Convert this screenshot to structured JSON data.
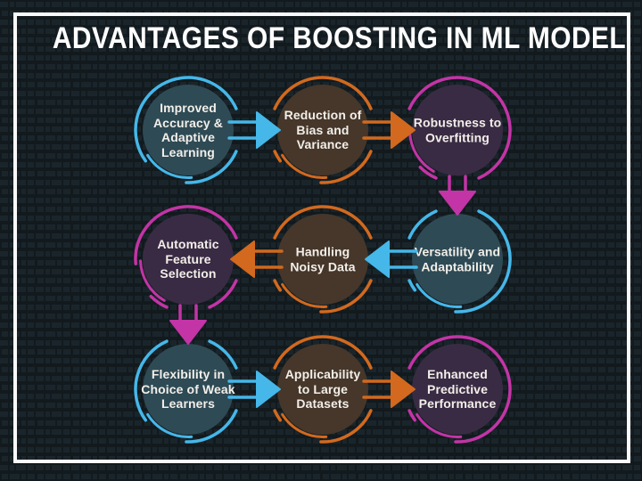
{
  "title": "ADVANTAGES OF BOOSTING IN ML MODEL",
  "colors": {
    "background": "#121A1E",
    "frame": "#FAFAFA",
    "title_text": "#FFFFFF",
    "node_text": "#F2EFE9",
    "schemes": {
      "blue": {
        "ring": "#45B7E9",
        "fill": "#2E4A55"
      },
      "orange": {
        "ring": "#D2691E",
        "fill": "#46372A"
      },
      "magenta": {
        "ring": "#C334A6",
        "fill": "#3A2B44"
      }
    }
  },
  "nodes": [
    {
      "label": "Improved Accuracy & Adaptive Learning",
      "scheme": "blue"
    },
    {
      "label": "Reduction of Bias and Variance",
      "scheme": "orange"
    },
    {
      "label": "Robustness to Overfitting",
      "scheme": "magenta"
    },
    {
      "label": "Automatic Feature Selection",
      "scheme": "magenta"
    },
    {
      "label": "Handling Noisy Data",
      "scheme": "orange"
    },
    {
      "label": "Versatility and Adaptability",
      "scheme": "blue"
    },
    {
      "label": "Flexibility in Choice of Weak Learners",
      "scheme": "blue"
    },
    {
      "label": "Applicability to Large Datasets",
      "scheme": "orange"
    },
    {
      "label": "Enhanced Predictive Performance",
      "scheme": "magenta"
    }
  ],
  "arrows": [
    {
      "from": "Improved Accuracy & Adaptive Learning",
      "to": "Reduction of Bias and Variance",
      "direction": "right",
      "color": "blue"
    },
    {
      "from": "Reduction of Bias and Variance",
      "to": "Robustness to Overfitting",
      "direction": "right",
      "color": "orange"
    },
    {
      "from": "Robustness to Overfitting",
      "to": "Versatility and Adaptability",
      "direction": "down",
      "color": "magenta"
    },
    {
      "from": "Versatility and Adaptability",
      "to": "Handling Noisy Data",
      "direction": "left",
      "color": "blue"
    },
    {
      "from": "Handling Noisy Data",
      "to": "Automatic Feature Selection",
      "direction": "left",
      "color": "orange"
    },
    {
      "from": "Automatic Feature Selection",
      "to": "Flexibility in Choice of Weak Learners",
      "direction": "down",
      "color": "magenta"
    },
    {
      "from": "Flexibility in Choice of Weak Learners",
      "to": "Applicability to Large Datasets",
      "direction": "right",
      "color": "blue"
    },
    {
      "from": "Applicability to Large Datasets",
      "to": "Enhanced Predictive Performance",
      "direction": "right",
      "color": "orange"
    }
  ]
}
